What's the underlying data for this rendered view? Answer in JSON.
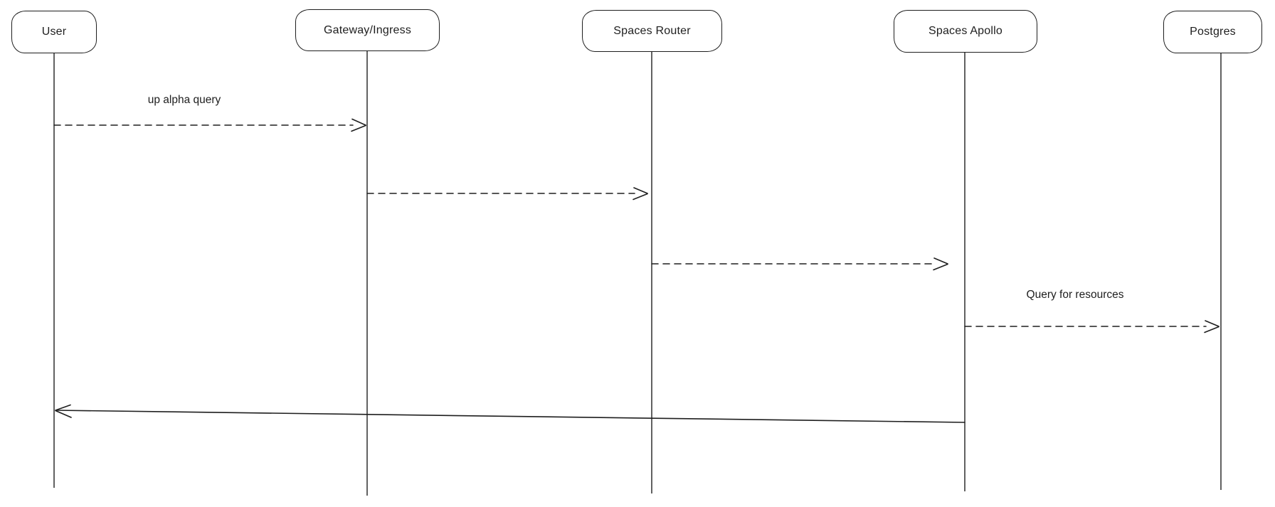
{
  "canvas": {
    "background_color": "#ffffff",
    "stroke_color": "#1e1e1e"
  },
  "diagram": {
    "type": "sequence",
    "actors": [
      {
        "id": "user",
        "name": "User"
      },
      {
        "id": "gateway-ingress",
        "name": "Gateway/Ingress"
      },
      {
        "id": "spaces-router",
        "name": "Spaces Router"
      },
      {
        "id": "spaces-apollo",
        "name": "Spaces Apollo"
      },
      {
        "id": "postgres",
        "name": "Postgres"
      }
    ],
    "messages": [
      {
        "from": "User",
        "to": "Gateway/Ingress",
        "label": "up alpha query",
        "line_style": "dashed"
      },
      {
        "from": "Gateway/Ingress",
        "to": "Spaces Router",
        "label": "",
        "line_style": "dashed"
      },
      {
        "from": "Spaces Router",
        "to": "Spaces Apollo",
        "label": "",
        "line_style": "dashed"
      },
      {
        "from": "Spaces Apollo",
        "to": "Postgres",
        "label": "Query for resources",
        "line_style": "dashed"
      },
      {
        "from": "Spaces Apollo",
        "to": "User",
        "label": "",
        "line_style": "solid"
      }
    ]
  }
}
